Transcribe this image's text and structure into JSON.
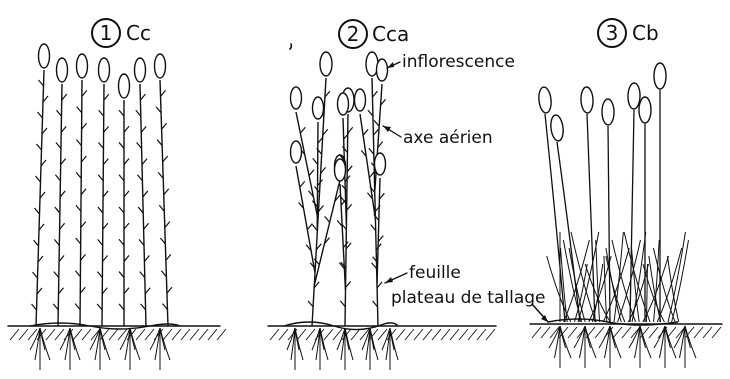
{
  "panels": [
    {
      "number": "1",
      "code": "Cc"
    },
    {
      "number": "2",
      "code": "Cca"
    },
    {
      "number": "3",
      "code": "Cb"
    }
  ],
  "labels": {
    "inflorescence": "inflorescence",
    "axe": "axe aérien",
    "feuille": "feuille",
    "plateau": "plateau de tallage"
  },
  "colors": {
    "ink": "#111111",
    "background": "#ffffff"
  }
}
